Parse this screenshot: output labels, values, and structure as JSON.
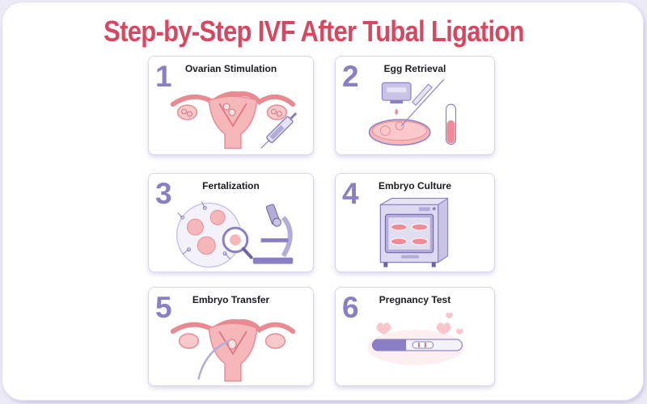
{
  "title": "Step-by-Step IVF After Tubal Ligation",
  "colors": {
    "title": "#d9465f",
    "step_number": "#8a7fc4",
    "card_border": "#d9d6ea",
    "illustration_pink": "#f2a3a8",
    "illustration_purple": "#b3acd9"
  },
  "steps": [
    {
      "number": "1",
      "label": "Ovarian Stimulation",
      "icon": "uterus-ovaries-syringe-icon"
    },
    {
      "number": "2",
      "label": "Egg Retrieval",
      "icon": "petri-dish-needle-test-tube-icon"
    },
    {
      "number": "3",
      "label": "Fertalization",
      "icon": "sperm-egg-magnifier-microscope-icon"
    },
    {
      "number": "4",
      "label": "Embryo Culture",
      "icon": "incubator-icon"
    },
    {
      "number": "5",
      "label": "Embryo Transfer",
      "icon": "uterus-catheter-icon"
    },
    {
      "number": "6",
      "label": "Pregnancy Test",
      "icon": "pregnancy-test-hearts-icon"
    }
  ]
}
